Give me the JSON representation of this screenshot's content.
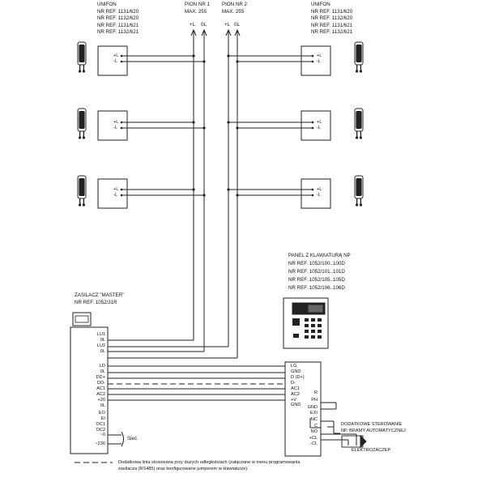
{
  "unifon_left": [
    "UNIFON",
    "NR REF. 1131/620",
    "NR REF. 1132/620",
    "NR REF. 1131/621",
    "NR REF. 1132/621"
  ],
  "unifon_right": [
    "UNIFON",
    "NR REF. 1131/620",
    "NR REF. 1132/620",
    "NR REF. 1131/621",
    "NR REF. 1132/621"
  ],
  "pion1": {
    "title": "PION NR 1",
    "max": "MAX. 255",
    "plus": "+L",
    "zero": "0L"
  },
  "pion2": {
    "title": "PION NR 2",
    "max": "MAX. 255",
    "plus": "+L",
    "zero": "0L"
  },
  "handset_terminals": {
    "plus": "+L",
    "minus": "-L"
  },
  "panel": {
    "title": "PANEL Z KLAWIATURĄ NP",
    "refs": [
      "NR REF. 1052/100..100D",
      "NR REF. 1052/101..101D",
      "NR REF. 1052/105..105D",
      "NR REF. 1052/106..106D"
    ],
    "terminals": [
      "LG",
      "GND",
      "D (D+)",
      "D-",
      "AC1",
      "AC2",
      "+V",
      "GND"
    ],
    "terminals2": [
      "R",
      "PH",
      "GND",
      "EXI",
      "NC",
      "C",
      "NO",
      "+CL",
      "-CL"
    ],
    "gate_label": [
      "DODATKOWE STEROWANIE",
      "NP. BRAMY AUTOMATYCZNEJ"
    ],
    "elektro": "ELEKTROZACZEP"
  },
  "psu": {
    "title": "ZASILACZ \"MASTER\"",
    "ref": "NR REF. 1052/31R",
    "terminals": [
      "LU1",
      "0L",
      "LU2",
      "0L",
      "LD",
      "0L",
      "DD+",
      "DD-",
      "AC1",
      "AC2",
      "+20",
      "0L",
      "EO",
      "EI",
      "OC1",
      "OC2",
      "~0",
      "~230"
    ],
    "siec": "Sieć"
  },
  "footnote": [
    "Dodatkowa linia stosowana przy duzych odległościach (załączane w menu programowania",
    "zasilacza (RS485) oraz konfigurowane jumperem w klawiaturze)."
  ]
}
